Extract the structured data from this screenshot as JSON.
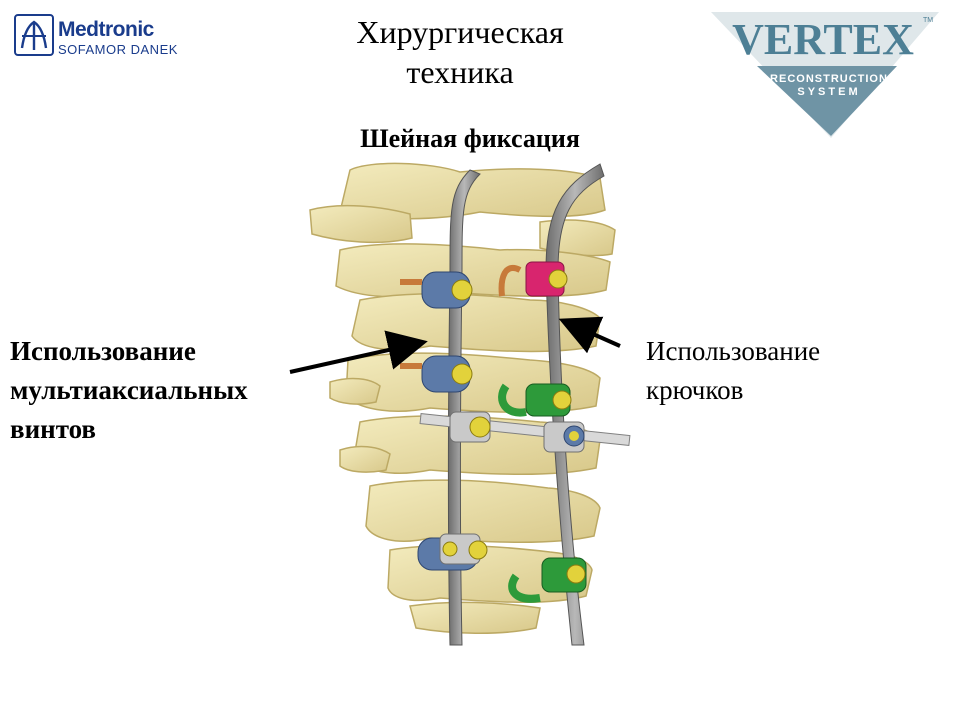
{
  "header": {
    "logo_left": {
      "name": "Medtronic",
      "subtitle": "SOFAMOR DANEK",
      "icon": "medtronic-mark-icon",
      "color": "#1a3c8c"
    },
    "title_line1": "Хирургическая",
    "title_line2": "техника",
    "logo_right": {
      "name": "VERTEX",
      "tm": "TM",
      "line1": "RECONSTRUCTION",
      "line2": "SYSTEM",
      "color": "#5b8a9e"
    }
  },
  "subtitle": "Шейная фиксация",
  "left_label": {
    "line1": "Использование",
    "line2": "мультиаксиальных",
    "line3": "винтов"
  },
  "right_label": {
    "line1": "Использование",
    "line2": "крючков"
  },
  "colors": {
    "bone": "#e8dca0",
    "bone_shadow": "#c9b976",
    "rod": "#8d8d8d",
    "screw": "#5c7aa8",
    "hook_green": "#2d9a3a",
    "hook_pink": "#d8256e",
    "bolt_gold": "#e2d23b"
  }
}
